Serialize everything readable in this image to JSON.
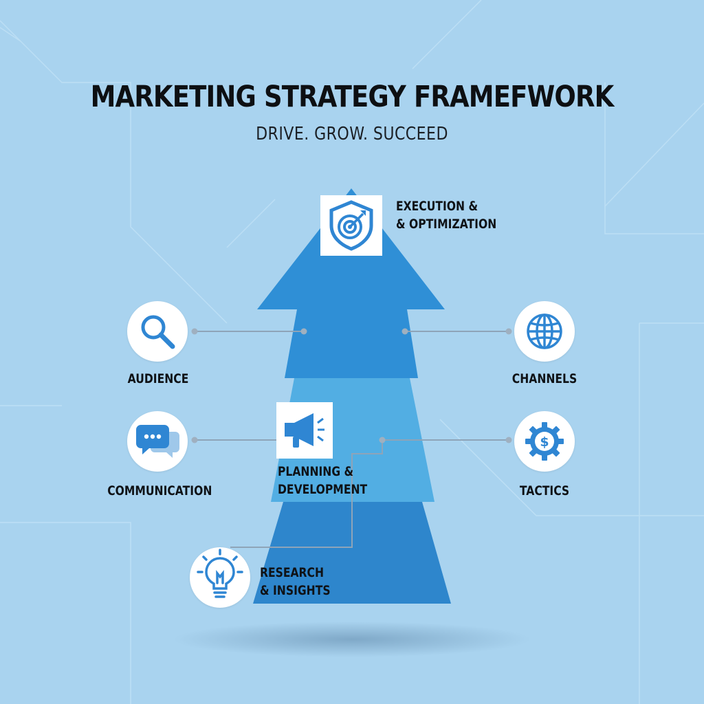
{
  "title": "MARKETING STRATEGY FRAMEFWORK",
  "subtitle": "DRIVE. GROW. SUCCEED",
  "stages": {
    "top": {
      "line1": "EXECUTION &",
      "line2": "& OPTIMIZATION",
      "icon": "shield-target-icon"
    },
    "middle": {
      "line1": "PLANNING &",
      "line2": "DEVELOPMENT",
      "icon": "megaphone-icon"
    },
    "bottom": {
      "line1": "RESEARCH",
      "line2": "& INSIGHTS",
      "icon": "lightbulb-icon"
    }
  },
  "nodes": {
    "audience": {
      "label": "AUDIENCE",
      "icon": "magnifier-icon"
    },
    "channels": {
      "label": "CHANNELS",
      "icon": "globe-icon"
    },
    "communication": {
      "label": "COMMUNICATION",
      "icon": "chat-bubbles-icon"
    },
    "tactics": {
      "label": "TACTICS",
      "icon": "gear-dollar-icon"
    }
  },
  "colors": {
    "background": "#a9d3ef",
    "arrow_top": "#2f8fd6",
    "arrow_middle": "#52aee3",
    "arrow_bottom": "#2e86cc",
    "icon_blue": "#2f86d3",
    "connector": "#8ea4b8"
  }
}
